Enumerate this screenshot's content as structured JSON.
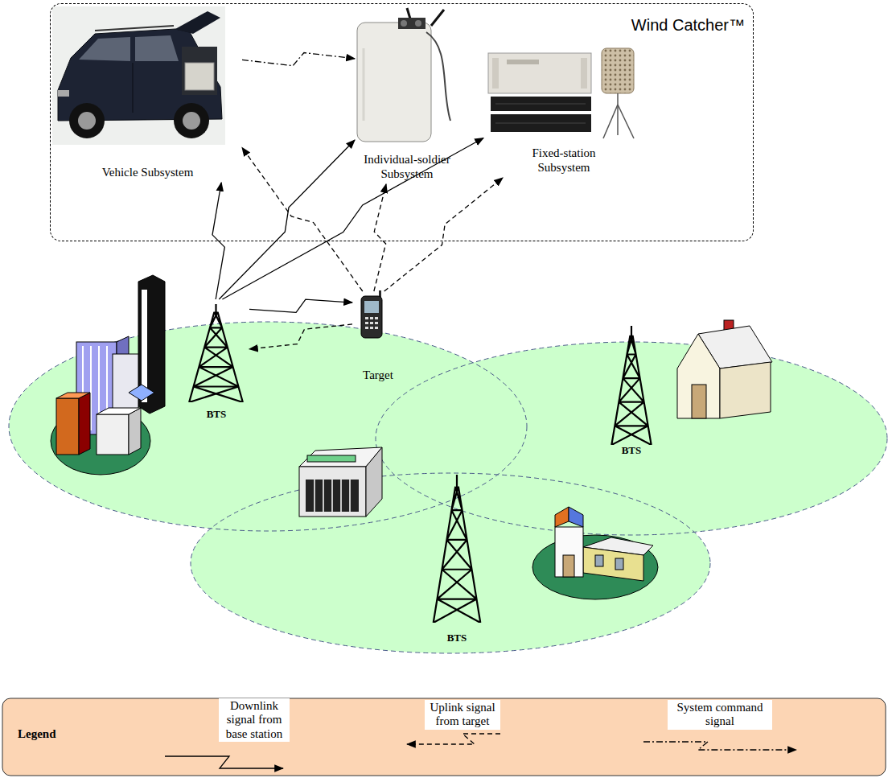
{
  "diagram": {
    "nodes": [
      {
        "text": [
          "Wind Catcher™"
        ]
      },
      {
        "text": [
          "Vehicle Subsystem"
        ],
        "in": 0
      },
      {
        "text": [
          "Individual-soldier Subsystem"
        ],
        "in": 0
      },
      {
        "text": [
          "Fixed-station Subsystem"
        ],
        "in": 0
      },
      {
        "text": [
          "Target"
        ]
      },
      {
        "text": [
          "BTS"
        ]
      },
      {
        "text": [
          "BTS"
        ]
      },
      {
        "text": [
          "BTS"
        ]
      }
    ],
    "edges": [
      {
        "from": 5,
        "to": 1,
        "arrow": "to"
      },
      {
        "from": 5,
        "to": 2,
        "arrow": "to"
      },
      {
        "from": 5,
        "to": 3,
        "arrow": "to"
      },
      {
        "from": 5,
        "to": 4,
        "arrow": "to"
      },
      {
        "from": 4,
        "to": 1,
        "arrow": "to"
      },
      {
        "from": 4,
        "to": 2,
        "arrow": "to"
      },
      {
        "from": 4,
        "to": 3,
        "arrow": "to"
      },
      {
        "from": 4,
        "to": 5,
        "arrow": "to"
      },
      {
        "from": 1,
        "to": 2,
        "arrow": "to"
      }
    ],
    "labels": [
      "Legend"
    ],
    "legend": [
      {
        "text": "Downlink signal from base station"
      },
      {
        "text": "Uplink signal from target"
      },
      {
        "text": "System command signal"
      }
    ]
  }
}
